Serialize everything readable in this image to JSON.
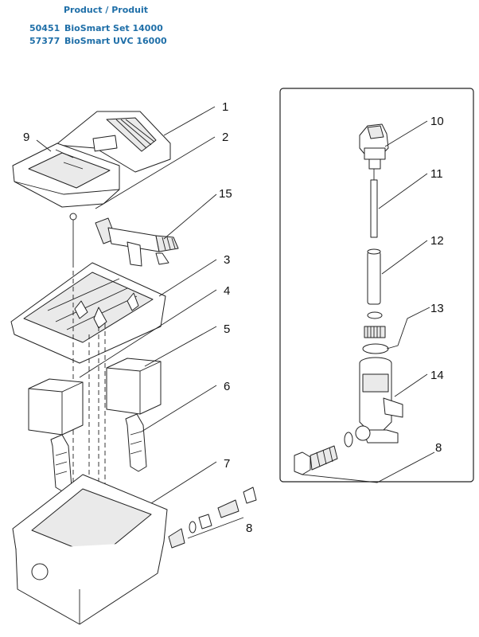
{
  "header": {
    "title": "Product / Produit",
    "products": [
      {
        "code": "50451",
        "name": "BioSmart Set 14000"
      },
      {
        "code": "57377",
        "name": "BioSmart UVC 16000"
      }
    ]
  },
  "callouts": {
    "c1": "1",
    "c2": "2",
    "c3": "3",
    "c4": "4",
    "c5": "5",
    "c6": "6",
    "c7": "7",
    "c8a": "8",
    "c8b": "8",
    "c9": "9",
    "c10": "10",
    "c11": "11",
    "c12": "12",
    "c13": "13",
    "c14": "14",
    "c15": "15"
  }
}
